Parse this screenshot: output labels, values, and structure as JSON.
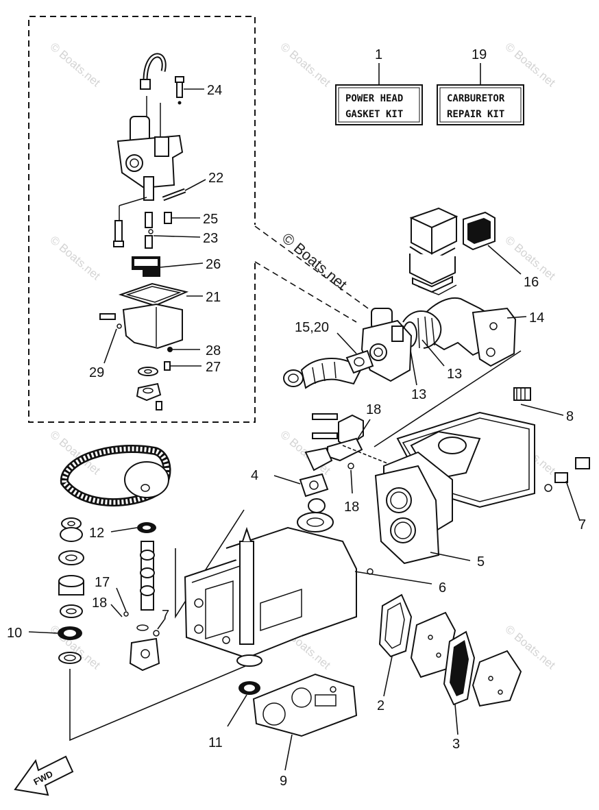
{
  "kits": [
    {
      "number": "1",
      "line1": "POWER HEAD",
      "line2": "GASKET KIT"
    },
    {
      "number": "19",
      "line1": "CARBURETOR",
      "line2": "REPAIR KIT"
    }
  ],
  "callouts": {
    "c24": "24",
    "c22": "22",
    "c25": "25",
    "c23": "23",
    "c26": "26",
    "c21": "21",
    "c28": "28",
    "c27": "27",
    "c29": "29",
    "c16": "16",
    "c14": "14",
    "c15_20": "15,20",
    "c13a": "13",
    "c13b": "13",
    "c18a": "18",
    "c8": "8",
    "c4": "4",
    "c18b": "18",
    "c7a": "7",
    "c5": "5",
    "c6": "6",
    "c12": "12",
    "c17": "17",
    "c18c": "18",
    "c7b": "7",
    "c10": "10",
    "c2": "2",
    "c3": "3",
    "c11": "11",
    "c9": "9"
  },
  "watermark": {
    "main": "© Boats.net",
    "faint": "© Boats.net"
  },
  "fwd_label": "FWD"
}
